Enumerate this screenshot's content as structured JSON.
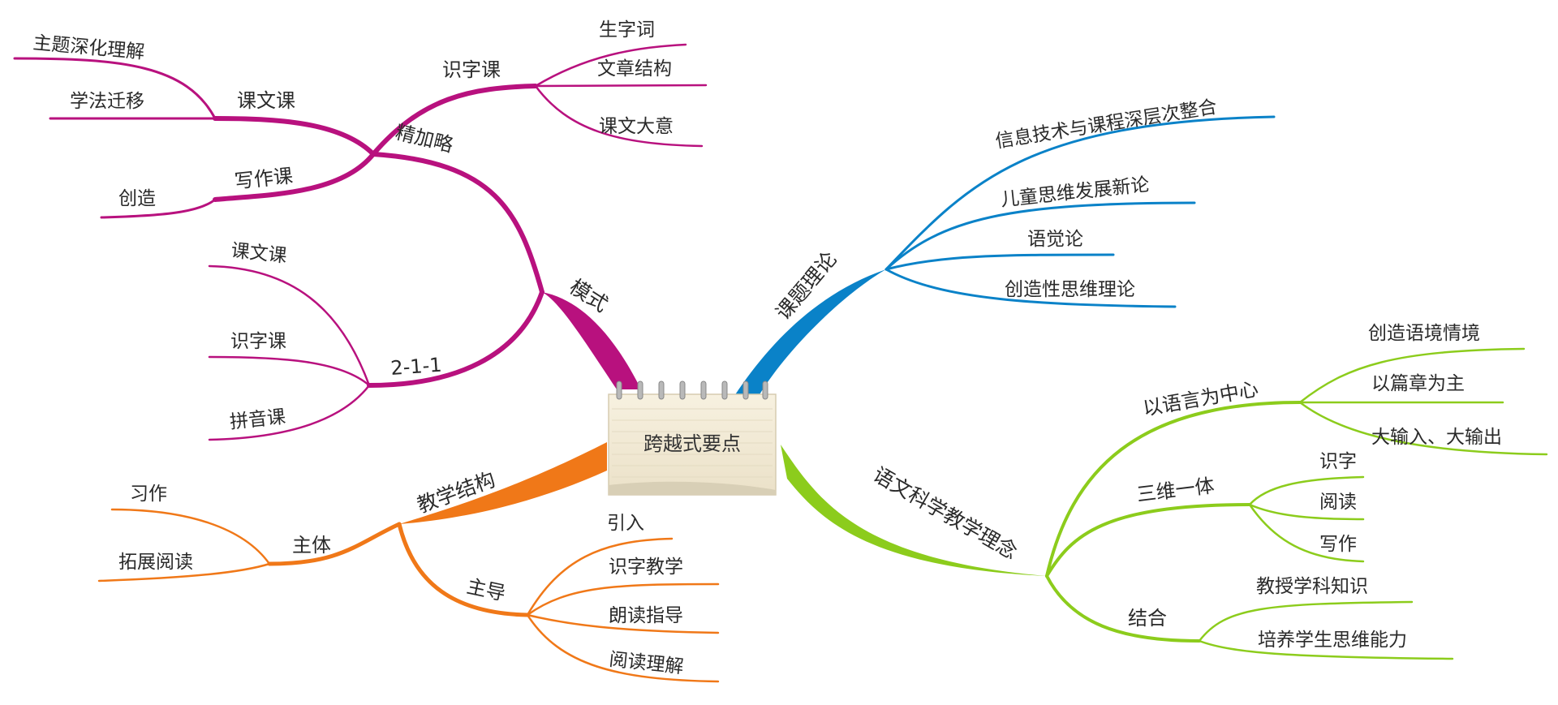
{
  "center": {
    "label": "跨越式要点"
  },
  "colors": {
    "magenta": "#b8117e",
    "blue": "#0a82c8",
    "orange": "#f07818",
    "green": "#8ccc1c"
  },
  "branches": {
    "mode": {
      "label": "模式",
      "jingjialue": {
        "label": "精加略",
        "shizike": {
          "label": "识字课",
          "items": [
            "生字词",
            "文章结构",
            "课文大意"
          ]
        },
        "kewenke": {
          "label": "课文课",
          "items": [
            "主题深化理解",
            "学法迁移"
          ]
        },
        "xiezuoke": {
          "label": "写作课",
          "items": [
            "创造"
          ]
        }
      },
      "two_one_one": {
        "label": "2-1-1",
        "items": [
          "课文课",
          "识字课",
          "拼音课"
        ]
      }
    },
    "theory": {
      "label": "课题理论",
      "items": [
        "信息技术与课程深层次整合",
        "儿童思维发展新论",
        "语觉论",
        "创造性思维理论"
      ]
    },
    "structure": {
      "label": "教学结构",
      "zhuti": {
        "label": "主体",
        "items": [
          "习作",
          "拓展阅读"
        ]
      },
      "zhudao": {
        "label": "主导",
        "items": [
          "引入",
          "识字教学",
          "朗读指导",
          "阅读理解"
        ]
      }
    },
    "concept": {
      "label": "语文科学教学理念",
      "language_center": {
        "label": "以语言为中心",
        "items": [
          "创造语境情境",
          "以篇章为主",
          "大输入、大输出"
        ]
      },
      "three_in_one": {
        "label": "三维一体",
        "items": [
          "识字",
          "阅读",
          "写作"
        ]
      },
      "combine": {
        "label": "结合",
        "items": [
          "教授学科知识",
          "培养学生思维能力"
        ]
      }
    }
  }
}
